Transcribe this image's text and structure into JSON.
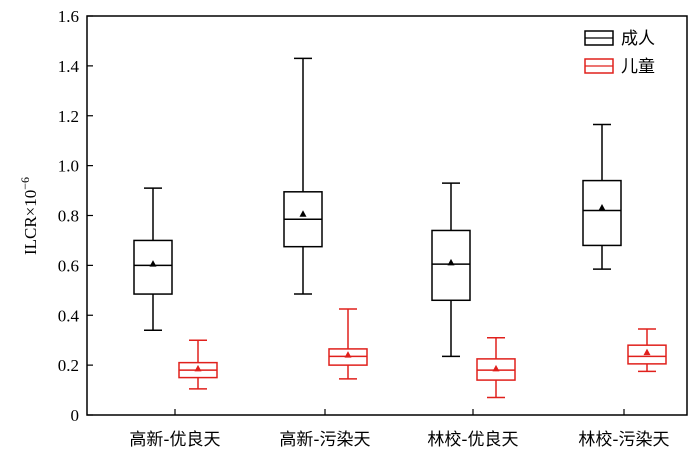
{
  "chart_data": {
    "type": "boxplot",
    "ylabel": "ILCR×10",
    "ylabel_exponent": "−6",
    "ylim": [
      0,
      1.6
    ],
    "yticks": [
      "0",
      "0.2",
      "0.4",
      "0.6",
      "0.8",
      "1.0",
      "1.2",
      "1.4",
      "1.6"
    ],
    "grid": false,
    "legend_position": "top-right",
    "categories": [
      "高新-优良天",
      "高新-污染天",
      "林校-优良天",
      "林校-污染天"
    ],
    "series": [
      {
        "name": "成人",
        "color": "#000000",
        "boxes": [
          {
            "whisker_low": 0.34,
            "q1": 0.485,
            "median": 0.6,
            "mean": 0.605,
            "q3": 0.7,
            "whisker_high": 0.91
          },
          {
            "whisker_low": 0.485,
            "q1": 0.675,
            "median": 0.785,
            "mean": 0.805,
            "q3": 0.895,
            "whisker_high": 1.43
          },
          {
            "whisker_low": 0.235,
            "q1": 0.46,
            "median": 0.605,
            "mean": 0.61,
            "q3": 0.74,
            "whisker_high": 0.93
          },
          {
            "whisker_low": 0.585,
            "q1": 0.68,
            "median": 0.82,
            "mean": 0.83,
            "q3": 0.94,
            "whisker_high": 1.165
          }
        ]
      },
      {
        "name": "儿童",
        "color": "#e0201c",
        "boxes": [
          {
            "whisker_low": 0.105,
            "q1": 0.15,
            "median": 0.18,
            "mean": 0.185,
            "q3": 0.21,
            "whisker_high": 0.3
          },
          {
            "whisker_low": 0.145,
            "q1": 0.2,
            "median": 0.235,
            "mean": 0.24,
            "q3": 0.265,
            "whisker_high": 0.425
          },
          {
            "whisker_low": 0.07,
            "q1": 0.14,
            "median": 0.18,
            "mean": 0.185,
            "q3": 0.225,
            "whisker_high": 0.31
          },
          {
            "whisker_low": 0.175,
            "q1": 0.205,
            "median": 0.235,
            "mean": 0.25,
            "q3": 0.28,
            "whisker_high": 0.345
          }
        ]
      }
    ]
  }
}
